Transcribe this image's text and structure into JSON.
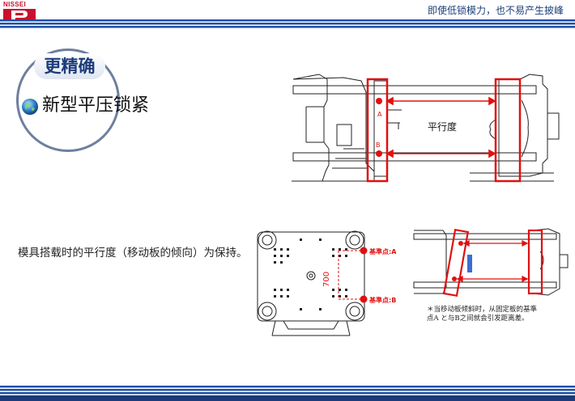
{
  "header": {
    "logo_text": "NISSEI",
    "slogan": "即使低锁模力，也不易产生披峰"
  },
  "section": {
    "title": "更精确",
    "subtitle": "新型平压锁紧"
  },
  "diagram_top": {
    "label": "平行度"
  },
  "description": "模具搭载时的平行度（移动板的倾向）为保持。",
  "diagram_mold": {
    "point_a": "基準点:A",
    "point_b": "基準点:B",
    "dimension": "700"
  },
  "diagram_tilt": {
    "note_lines": [
      "＊当移动板倾斜时，从固定板的基準",
      "点A と与B之间就会引发距离差。"
    ]
  },
  "colors": {
    "brand_red": "#c8102e",
    "marker_red": "#e01010",
    "navy": "#1c3b7a",
    "bar_blue": "#1f4fa8"
  }
}
